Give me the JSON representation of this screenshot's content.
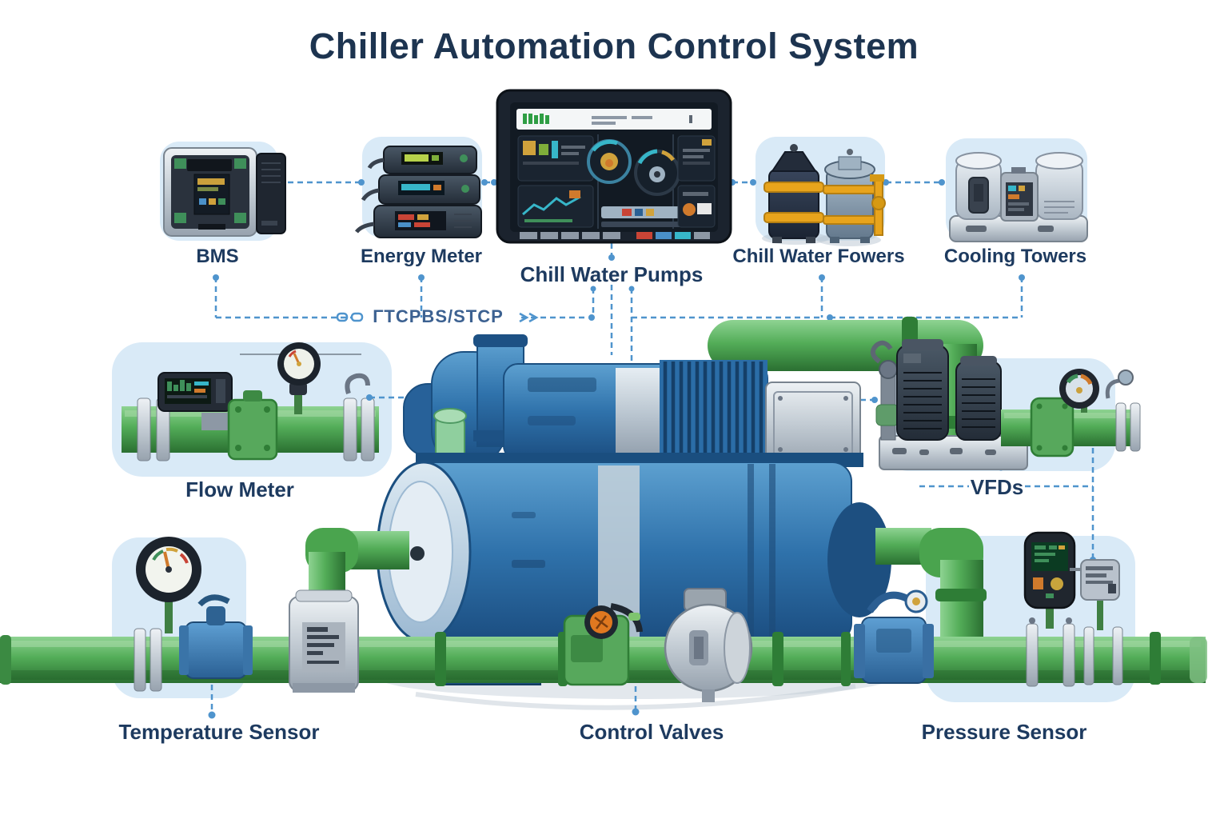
{
  "title": "Chiller Automation Control System",
  "bus": {
    "label": "ΓTCPBS/STCP"
  },
  "nodes": {
    "bms": {
      "label": "BMS"
    },
    "energy_meter": {
      "label": "Energy Meter"
    },
    "chill_water_pumps": {
      "label": "Chill Water Pumps"
    },
    "chill_water_powers": {
      "label": "Chill Water Fowers"
    },
    "cooling_towers": {
      "label": "Cooling Towers"
    },
    "flow_meter": {
      "label": "Flow Meter"
    },
    "vfds": {
      "label": "VFDs"
    },
    "temperature_sensor": {
      "label": "Temperature Sensor"
    },
    "control_valves": {
      "label": "Control Valves"
    },
    "pressure_sensor": {
      "label": "Pressure Sensor"
    }
  },
  "colors": {
    "title_navy": "#1d3450",
    "label_navy": "#1d3a5f",
    "connector_blue": "#4f94cd",
    "card_blue": "#d9eaf7",
    "pipe_green": "#53ad58",
    "chiller_blue": "#2f72ab",
    "accent_yellow": "#e8a41c"
  }
}
